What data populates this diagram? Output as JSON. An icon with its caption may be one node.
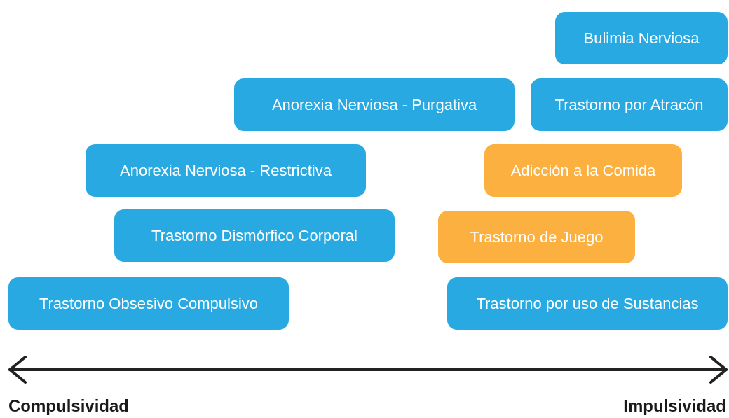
{
  "diagram": {
    "nodes": [
      {
        "text": [
          "Bulimia Nerviosa"
        ]
      },
      {
        "text": [
          "Anorexia Nerviosa - Purgativa"
        ]
      },
      {
        "text": [
          "Trastorno por Atracón"
        ]
      },
      {
        "text": [
          "Anorexia Nerviosa - Restrictiva"
        ]
      },
      {
        "text": [
          "Adicción a la Comida"
        ]
      },
      {
        "text": [
          "Trastorno Dismórfico Corporal"
        ]
      },
      {
        "text": [
          "Trastorno de Juego"
        ]
      },
      {
        "text": [
          "Trastorno Obsesivo Compulsivo"
        ]
      },
      {
        "text": [
          "Trastorno por uso de Sustancias"
        ]
      }
    ],
    "edges": [],
    "labels": [
      "Compulsividad",
      "Impulsividad"
    ]
  }
}
